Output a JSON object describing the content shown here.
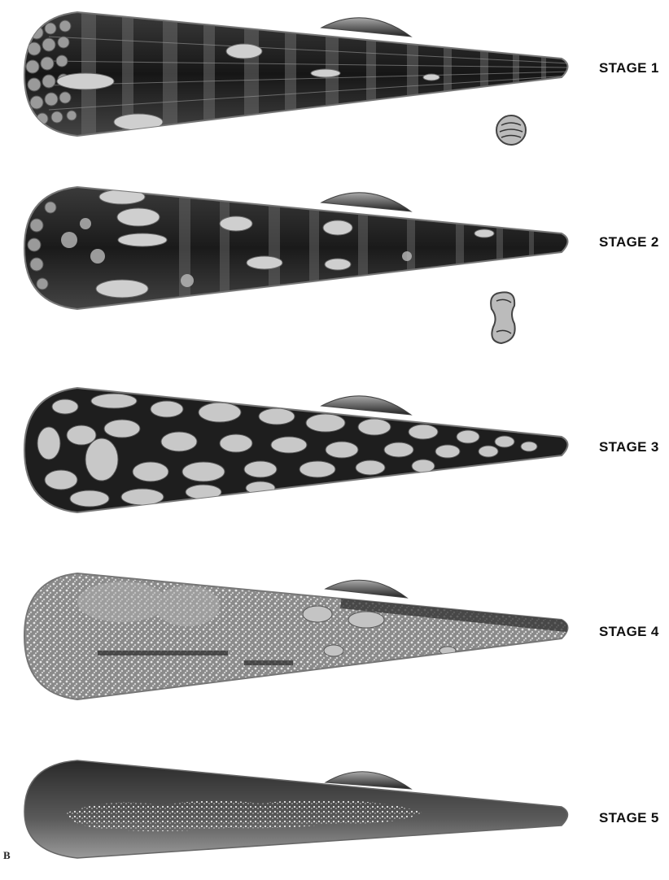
{
  "stages": [
    {
      "label": "STAGE 1"
    },
    {
      "label": "STAGE 2"
    },
    {
      "label": "STAGE 3"
    },
    {
      "label": "STAGE 4"
    },
    {
      "label": "STAGE 5"
    }
  ],
  "corner_mark": "B",
  "colors": {
    "background": "#ffffff",
    "tube_dark": "#1c1c1c",
    "tube_mid": "#5a5a5a",
    "cell_fill": "#cfcfcf",
    "label": "#111111"
  }
}
